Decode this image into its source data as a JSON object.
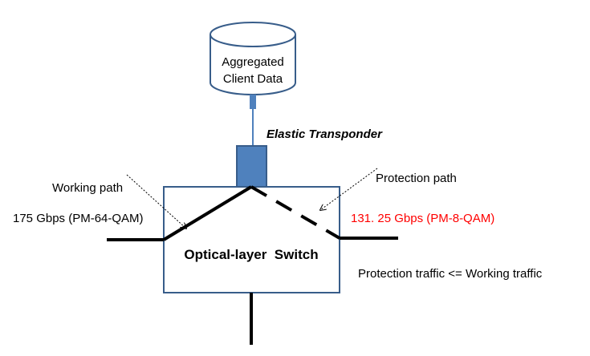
{
  "database": {
    "line1": "Aggregated",
    "line2": "Client Data"
  },
  "transponder_label": "Elastic Transponder",
  "switch_label": "Optical-layer  Switch",
  "working": {
    "label": "Working path",
    "rate": "175 Gbps (PM-64-QAM)"
  },
  "protection": {
    "label": "Protection path",
    "rate": "131. 25 Gbps (PM-8-QAM)"
  },
  "traffic_note": "Protection traffic <= Working traffic",
  "colors": {
    "transponder_fill": "#4f81bd",
    "transponder_stroke": "#385d8a",
    "box_stroke": "#385d8a",
    "protection_rate": "#ff0000",
    "text": "#000000"
  }
}
